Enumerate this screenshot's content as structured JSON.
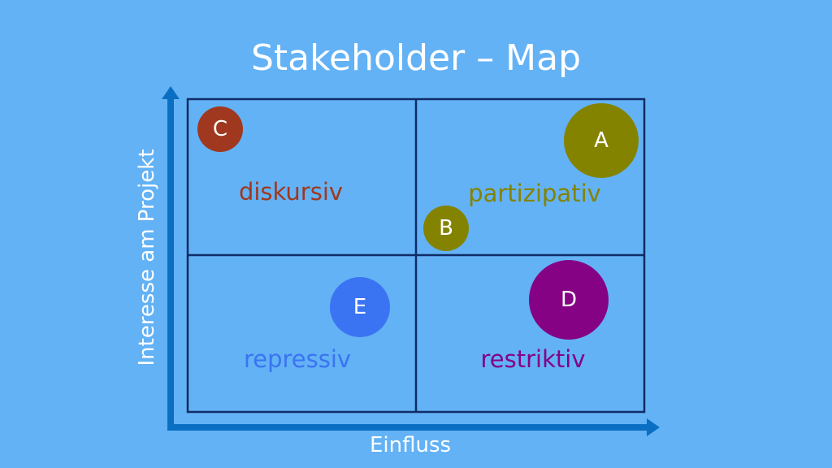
{
  "title": "Stakeholder – Map",
  "axes": {
    "y_label": "Interesse am Projekt",
    "x_label": "Einfluss"
  },
  "colors": {
    "background": "#63b2f5",
    "axis": "#0a6fc2",
    "grid": "#0f2c66",
    "text": "#ffffff"
  },
  "quadrants": [
    {
      "label": "diskursiv",
      "position": "top-left",
      "color": "#a0381f"
    },
    {
      "label": "partizipativ",
      "position": "top-right",
      "color": "#848300"
    },
    {
      "label": "repressiv",
      "position": "bottom-left",
      "color": "#3a74f2"
    },
    {
      "label": "restriktiv",
      "position": "bottom-right",
      "color": "#850285"
    }
  ],
  "stakeholders": [
    {
      "label": "A",
      "color": "#848300"
    },
    {
      "label": "B",
      "color": "#848300"
    },
    {
      "label": "C",
      "color": "#a0381f"
    },
    {
      "label": "D",
      "color": "#850285"
    },
    {
      "label": "E",
      "color": "#3a74f2"
    }
  ]
}
